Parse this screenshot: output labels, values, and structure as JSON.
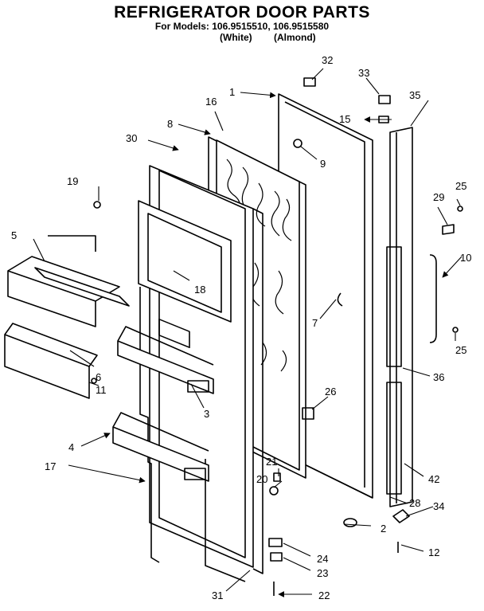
{
  "header": {
    "title": "REFRIGERATOR DOOR PARTS",
    "models_line": "For Models: 106.9515510, 106.9515580",
    "variant_white": "(White)",
    "variant_almond": "(Almond)"
  },
  "callouts": [
    "1",
    "2",
    "3",
    "4",
    "5",
    "6",
    "7",
    "8",
    "9",
    "10",
    "11",
    "12",
    "15",
    "16",
    "17",
    "18",
    "19",
    "20",
    "21",
    "22",
    "23",
    "24",
    "25",
    "25",
    "26",
    "28",
    "29",
    "30",
    "31",
    "32",
    "33",
    "34",
    "35",
    "36",
    "42"
  ]
}
